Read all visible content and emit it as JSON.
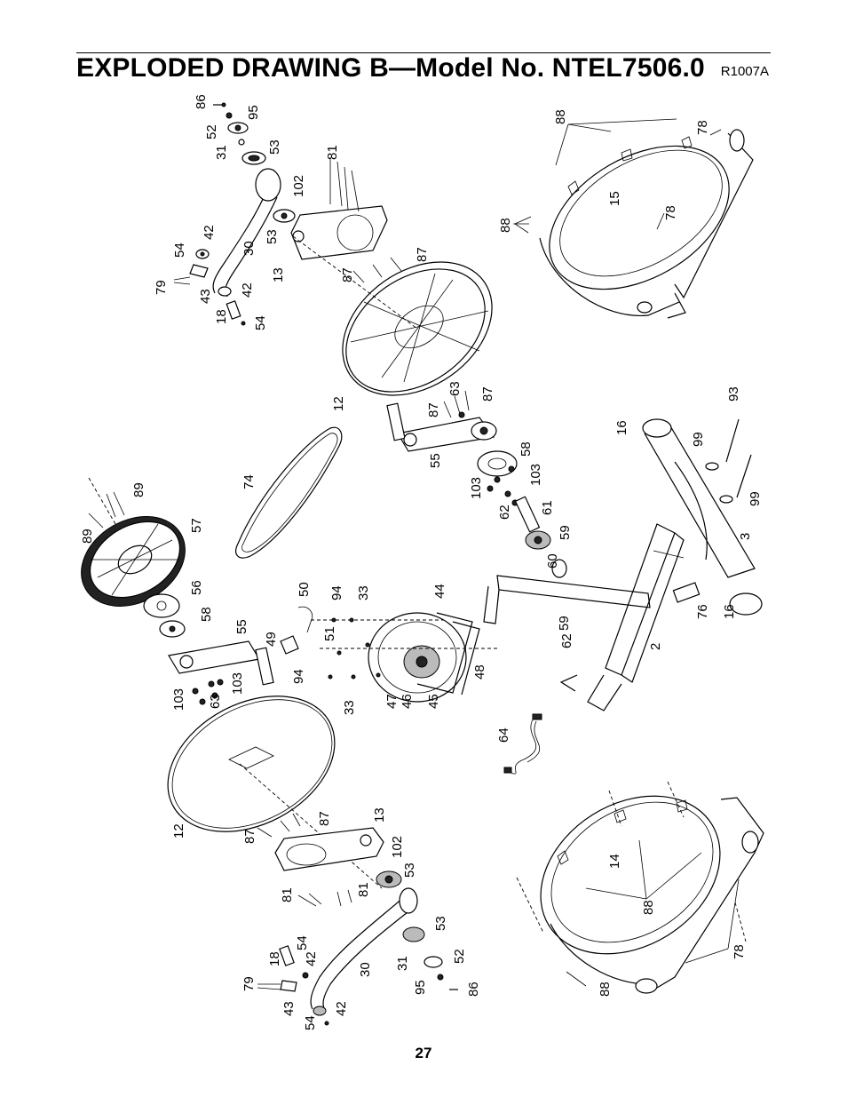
{
  "header": {
    "title": "EXPLODED DRAWING B—Model No. NTEL7506.0",
    "drawing_code": "R1007A"
  },
  "page_number": "27",
  "callouts": {
    "c86a": "86",
    "c95a": "95",
    "c52a": "52",
    "c31a": "31",
    "c53a": "53",
    "c81a": "81",
    "c102a": "102",
    "c53b": "53",
    "c13a": "13",
    "c54a": "54",
    "c42a": "42",
    "c30a": "30",
    "c79a": "79",
    "c43a": "43",
    "c42b": "42",
    "c18a": "18",
    "c54b": "54",
    "c87a": "87",
    "c87b": "87",
    "c12a": "12",
    "c88a": "88",
    "c78a": "78",
    "c15": "15",
    "c88b": "88",
    "c78b": "78",
    "c63a": "63",
    "c87c": "87",
    "c87d": "87",
    "c55a": "55",
    "c58a": "58",
    "c103a": "103",
    "c103b": "103",
    "c62a": "62",
    "c61": "61",
    "c59a": "59",
    "c60": "60",
    "c16a": "16",
    "c99a": "99",
    "c93": "93",
    "c99b": "99",
    "c3": "3",
    "c16b": "16",
    "c76": "76",
    "c74": "74",
    "c89a": "89",
    "c89b": "89",
    "c57": "57",
    "c56": "56",
    "c58b": "58",
    "c55b": "55",
    "c103c": "103",
    "c103d": "103",
    "c63b": "63",
    "c50": "50",
    "c49": "49",
    "c94a": "94",
    "c51": "51",
    "c33a": "33",
    "c94b": "94",
    "c33b": "33",
    "c44": "44",
    "c48": "48",
    "c47": "47",
    "c46": "46",
    "c45": "45",
    "c59b": "59",
    "c62b": "62",
    "c2": "2",
    "c64": "64",
    "c12b": "12",
    "c87e": "87",
    "c87f": "87",
    "c13b": "13",
    "c102b": "102",
    "c53c": "53",
    "c81b": "81",
    "c81c": "81",
    "c53d": "53",
    "c31b": "31",
    "c52b": "52",
    "c95b": "95",
    "c86b": "86",
    "c30b": "30",
    "c18b": "18",
    "c54c": "54",
    "c42c": "42",
    "c79b": "79",
    "c43b": "43",
    "c42d": "42",
    "c54d": "54",
    "c14": "14",
    "c88c": "88",
    "c78c": "78",
    "c88d": "88"
  }
}
